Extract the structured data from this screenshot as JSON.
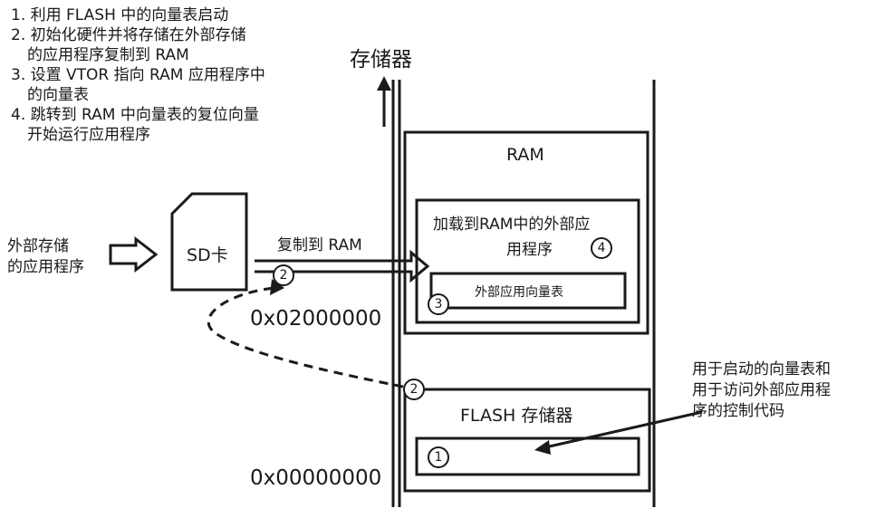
{
  "steps": [
    {
      "lines": [
        "1. 利用 FLASH 中的向量表启动"
      ]
    },
    {
      "lines": [
        "2. 初始化硬件并将存储在外部存储",
        "的应用程序复制到 RAM"
      ]
    },
    {
      "lines": [
        "3. 设置 VTOR 指向 RAM 应用程序中",
        "的向量表"
      ]
    },
    {
      "lines": [
        "4. 跳转到 RAM 中向量表的复位向量",
        "开始运行应用程序"
      ]
    }
  ],
  "memory": {
    "title": "存储器",
    "addr_ram": "0x02000000",
    "addr_flash": "0x00000000"
  },
  "ram": {
    "label": "RAM",
    "ext_app_line1": "加载到RAM中的外部应",
    "ext_app_line2": "用程序",
    "vector_table": "外部应用向量表"
  },
  "flash": {
    "label": "FLASH 存储器"
  },
  "sd": {
    "label": "SD卡",
    "ext_app_line1": "外部存储",
    "ext_app_line2": "的应用程序",
    "copy_label": "复制到 RAM"
  },
  "note": {
    "line1": "用于启动的向量表和",
    "line2": "用于访问外部应用程",
    "line3": "序的控制代码"
  },
  "markers": {
    "m1": "1",
    "m2a": "2",
    "m2b": "2",
    "m3": "3",
    "m4": "4"
  }
}
